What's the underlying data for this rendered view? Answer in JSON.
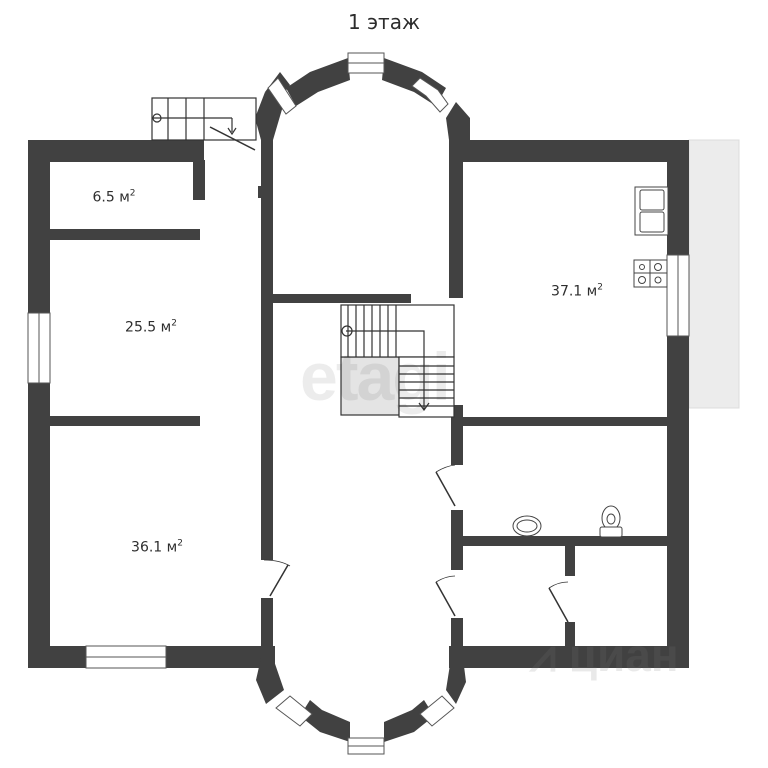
{
  "title": "1 этаж",
  "rooms": [
    {
      "id": "storage",
      "area": "6.5",
      "unit": "м",
      "sup": "2"
    },
    {
      "id": "room-25",
      "area": "25.5",
      "unit": "м",
      "sup": "2"
    },
    {
      "id": "room-36",
      "area": "36.1",
      "unit": "м",
      "sup": "2"
    },
    {
      "id": "kitchen",
      "area": "37.1",
      "unit": "м",
      "sup": "2"
    }
  ],
  "watermarks": {
    "center": "etagi",
    "corner": "⩘ циан"
  },
  "colors": {
    "wall": "#414141",
    "floor": "#ffffff",
    "terrace": "#ececec",
    "landing": "#e4e4e4",
    "text": "#2e2e2e"
  },
  "icons": [
    "staircase-icon",
    "door-swing-icon",
    "window-icon",
    "sink-icon",
    "stove-icon",
    "washbasin-icon",
    "toilet-icon"
  ]
}
